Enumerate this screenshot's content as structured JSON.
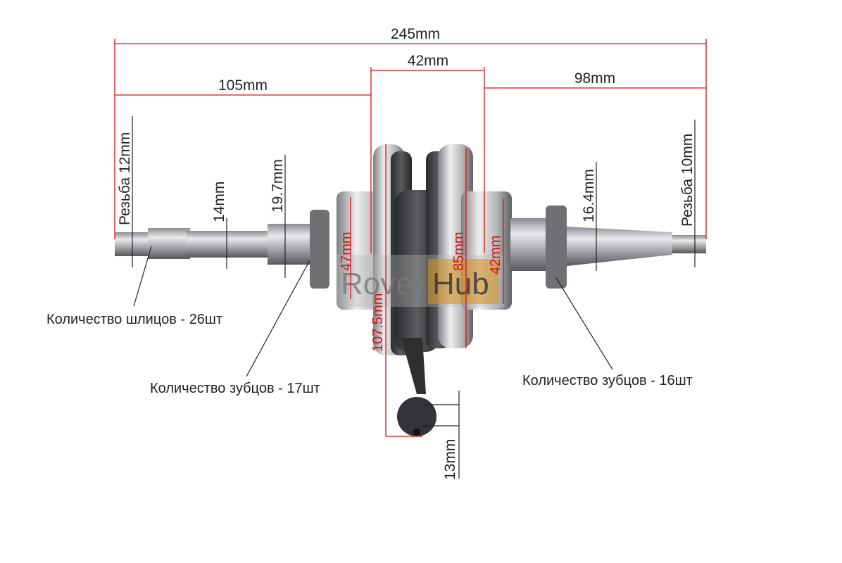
{
  "dimensions": {
    "total_length": "245mm",
    "center_width": "42mm",
    "left_length": "105mm",
    "right_length": "98mm",
    "left_thread": "Резьба 12mm",
    "left_shaft_dia": "14mm",
    "left_gear_shaft_dia": "19.7mm",
    "right_shaft_dia": "16.4mm",
    "right_thread": "Резьба 10mm",
    "left_bearing_dia": "47mm",
    "web_dia": "107.5mm",
    "right_web_dia": "85mm",
    "right_bearing_dia": "42mm",
    "conrod_eye": "13mm"
  },
  "notes": {
    "splines": "Количество шлицов - 26шт",
    "left_gear_teeth": "Количество зубцов - 17шт",
    "right_gear_teeth": "Количество зубцов - 16шт"
  },
  "watermark": {
    "part1": "Rover",
    "part2": "Hub"
  },
  "colors": {
    "dimension_red": "#e01010",
    "watermark_orange": "#d9901a"
  }
}
